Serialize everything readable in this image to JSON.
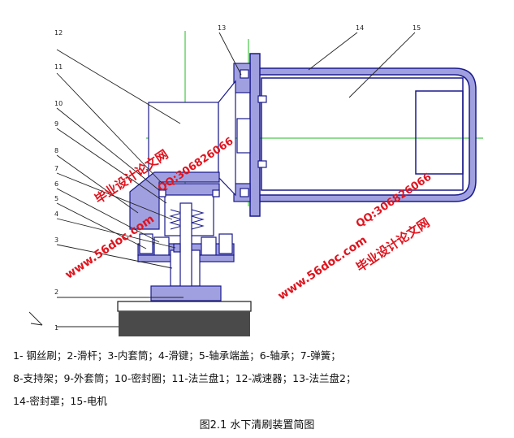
{
  "part_numbers": [
    "1",
    "2",
    "3",
    "4",
    "5",
    "6",
    "7",
    "8",
    "9",
    "10",
    "11",
    "12",
    "13",
    "14",
    "15"
  ],
  "legend_lines": [
    "1- 钢丝刷；2-滑杆；3-内套筒；4-滑键；5-轴承端盖；6-轴承；7-弹簧；",
    "8-支持架；9-外套筒；10-密封圈；11-法兰盘1；12-减速器；13-法兰盘2；",
    "14-密封罩；15-电机"
  ],
  "caption": "图2.1   水下清刷装置简图",
  "watermarks": {
    "site_name": "毕业设计论文网",
    "url": "www.56doc.com",
    "qq": "QQ:306826066"
  },
  "colors": {
    "outline": "#1a1a8c",
    "fill": "#a0a0e0",
    "center_line": "#22bb22",
    "leader": "#222222",
    "watermark": "#e0141e"
  }
}
